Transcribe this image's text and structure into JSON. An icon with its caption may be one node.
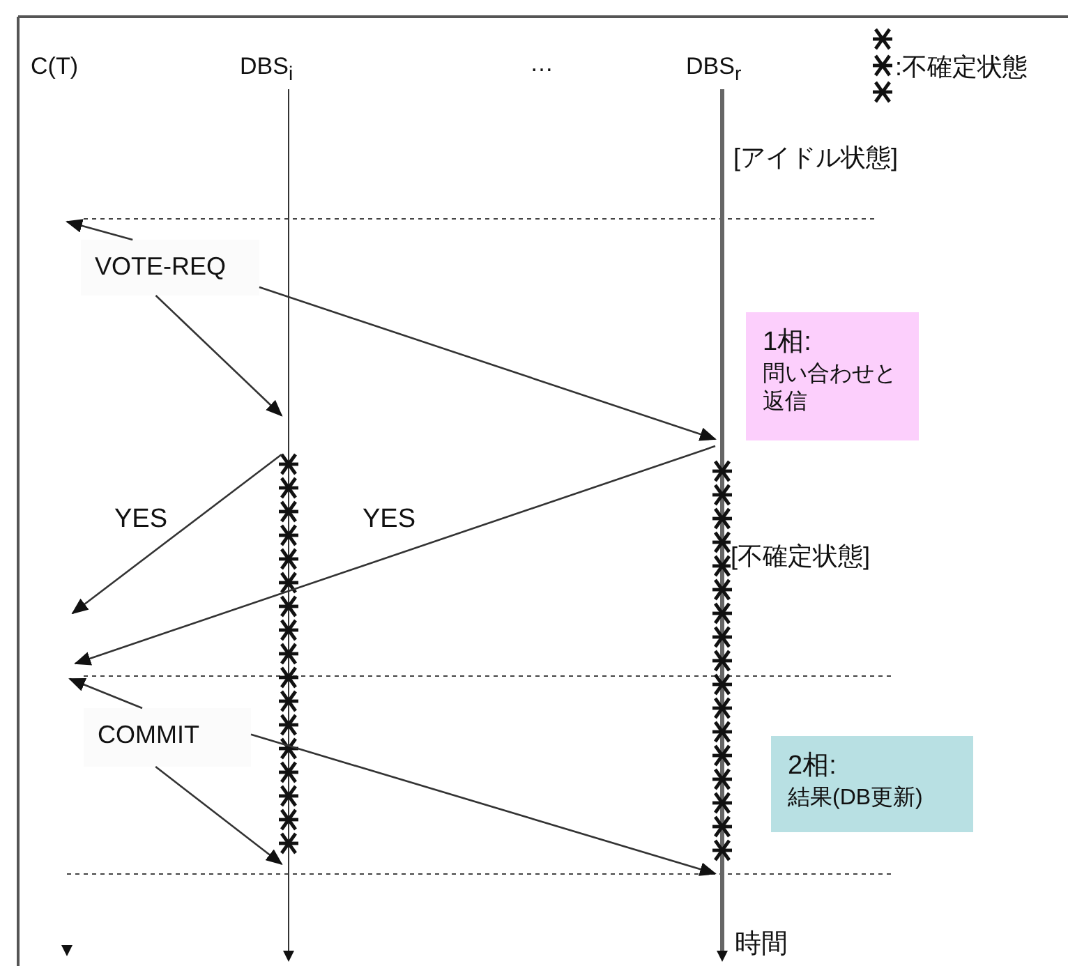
{
  "diagram": {
    "nodes": [
      {
        "text": [
          "C(T)"
        ]
      },
      {
        "text": [
          "DBS$_{i}$"
        ]
      },
      {
        "text": [
          "DBS$_{r}$"
        ]
      },
      {
        "text": [],
        "shape": "bar"
      },
      {
        "text": [],
        "shape": "bar",
        "beside": [
          "[アイドル状態]",
          "[不確定状態]",
          "時間"
        ]
      },
      {
        "text": [
          "VOTE-REQ"
        ]
      },
      {
        "text": [
          "COMMIT"
        ]
      },
      {
        "text": [
          "1相:",
          "問い合わせと返信"
        ]
      },
      {
        "text": [
          "2相:",
          "結果(DB更新)"
        ]
      }
    ],
    "edges": [
      {
        "from": 5,
        "to": null,
        "arrow": "to"
      },
      {
        "from": 5,
        "to": 3,
        "arrow": "to"
      },
      {
        "from": 5,
        "to": 4,
        "arrow": "to"
      },
      {
        "from": 3,
        "to": null,
        "arrow": "to",
        "label": "YES"
      },
      {
        "from": 4,
        "to": null,
        "arrow": "to",
        "label": "YES"
      },
      {
        "from": 6,
        "to": null,
        "arrow": "to"
      },
      {
        "from": 6,
        "to": 3,
        "arrow": "to"
      },
      {
        "from": 6,
        "to": 4,
        "arrow": "to"
      }
    ],
    "labels": [
      "…"
    ],
    "legend": [
      {
        "text": ":不確定状態"
      }
    ]
  }
}
